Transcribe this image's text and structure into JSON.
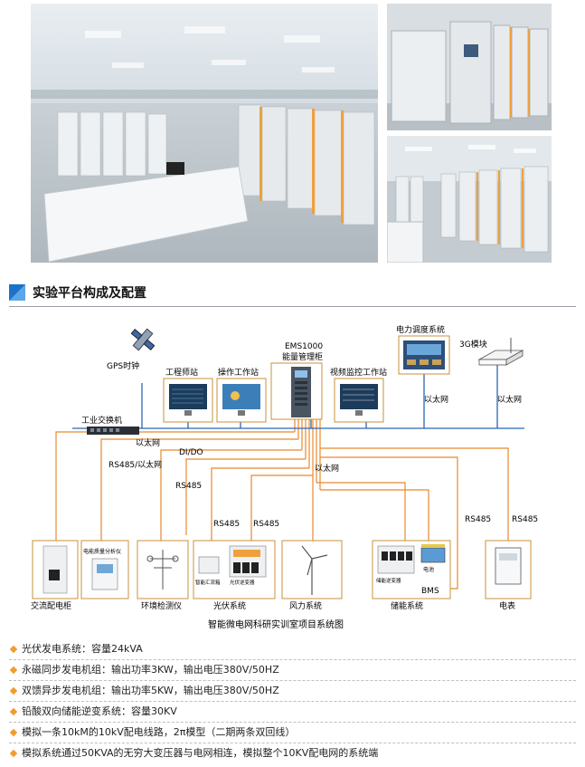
{
  "section": {
    "title": "实验平台构成及配置",
    "accent_color": "#1a73c8"
  },
  "diagram": {
    "caption": "智能微电网科研实训室项目系统图",
    "ems": [
      "EMS1000",
      "能量管理柜"
    ],
    "nodes": {
      "gps": "GPS时钟",
      "engineer": "工程师站",
      "operator": "操作工作站",
      "video": "视频监控工作站",
      "dispatch": "电力调度系统",
      "module3g": "3G模块",
      "switch": "工业交换机",
      "ac_cabinet": "交流配电柜",
      "pq_analyzer": "电能质量分析仪",
      "env": "环境检测仪",
      "pv_combiner": "智能汇流箱",
      "pv_inverter": "光伏逆变器",
      "pv_system": "光伏系统",
      "wind": "风力系统",
      "storage_inverter": "储能逆变器",
      "battery": "电池",
      "bms": "BMS",
      "storage_system": "储能系统",
      "meter": "电表"
    },
    "links": {
      "ethernet": "以太网",
      "dido": "DI/DO",
      "rs485_eth": "RS485/以太网",
      "rs485": "RS485"
    }
  },
  "specs": [
    "光伏发电系统：容量24kVA",
    "永磁同步发电机组：输出功率3KW，输出电压380V/50HZ",
    "双馈异步发电机组：输出功率5KW，输出电压380V/50HZ",
    "铅酸双向储能逆变系统：容量30KV",
    "模拟一条10kM的10kV配电线路，2π模型（二期两条双回线）",
    "模拟系统通过50KVA的无穷大变压器与电网相连，模拟整个10KV配电网的系统端"
  ],
  "colors": {
    "orange_line": "#e8892b",
    "bus_blue": "#2b66b3",
    "bullet": "#f29b2e"
  }
}
